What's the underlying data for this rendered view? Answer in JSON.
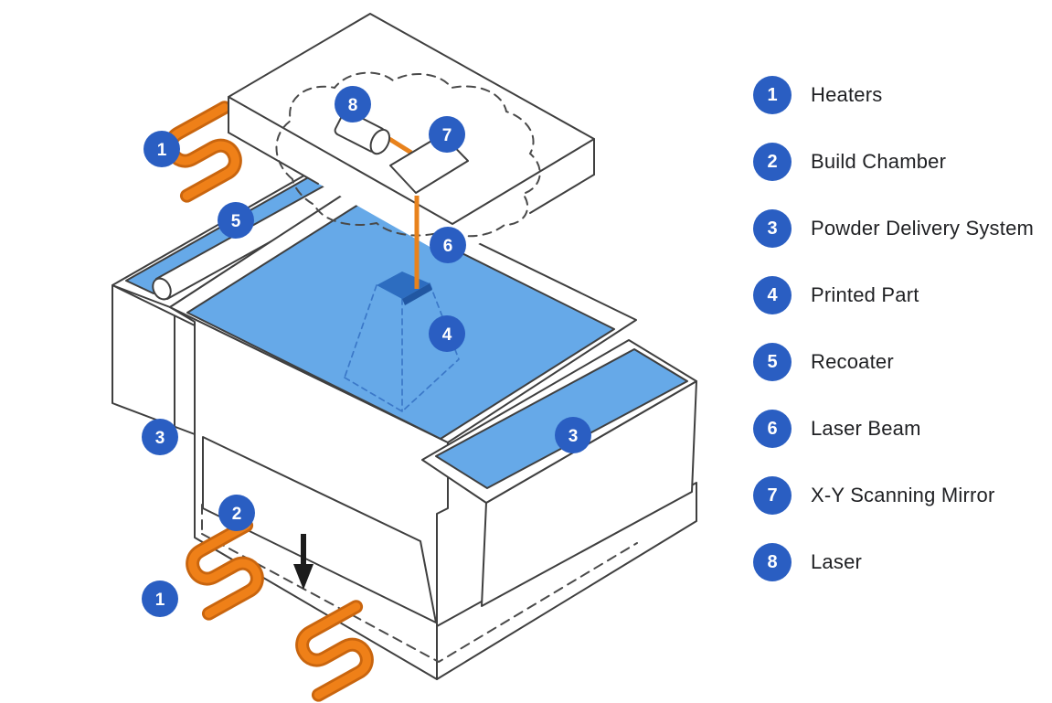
{
  "legend": {
    "items": [
      {
        "number": "1",
        "label": "Heaters"
      },
      {
        "number": "2",
        "label": "Build Chamber"
      },
      {
        "number": "3",
        "label": "Powder Delivery System"
      },
      {
        "number": "4",
        "label": "Printed Part"
      },
      {
        "number": "5",
        "label": "Recoater"
      },
      {
        "number": "6",
        "label": "Laser Beam"
      },
      {
        "number": "7",
        "label": "X-Y Scanning Mirror"
      },
      {
        "number": "8",
        "label": "Laser"
      }
    ]
  },
  "diagram": {
    "badges": [
      {
        "number": "1",
        "refers_to": "Heaters"
      },
      {
        "number": "5",
        "refers_to": "Recoater"
      },
      {
        "number": "8",
        "refers_to": "Laser"
      },
      {
        "number": "7",
        "refers_to": "X-Y Scanning Mirror"
      },
      {
        "number": "6",
        "refers_to": "Laser Beam"
      },
      {
        "number": "4",
        "refers_to": "Printed Part"
      },
      {
        "number": "3",
        "refers_to": "Powder Delivery System"
      },
      {
        "number": "2",
        "refers_to": "Build Chamber"
      },
      {
        "number": "1",
        "refers_to": "Heaters"
      },
      {
        "number": "3",
        "refers_to": "Powder Delivery System"
      }
    ],
    "colors": {
      "badge_blue": "#2a5ec2",
      "powder_blue": "#66a9e8",
      "part_blue": "#2d6dc0",
      "part_blue_dark": "#2157a2",
      "pyramid_dash_blue": "#3b78c8",
      "heater_orange": "#ef8018",
      "heater_orange_dark": "#c9650e",
      "beam_orange": "#e8821c",
      "chamber_gray": "#e6e5e1",
      "outline_gray": "#3f3f3f",
      "arrow_black": "#1c1c1c"
    }
  }
}
